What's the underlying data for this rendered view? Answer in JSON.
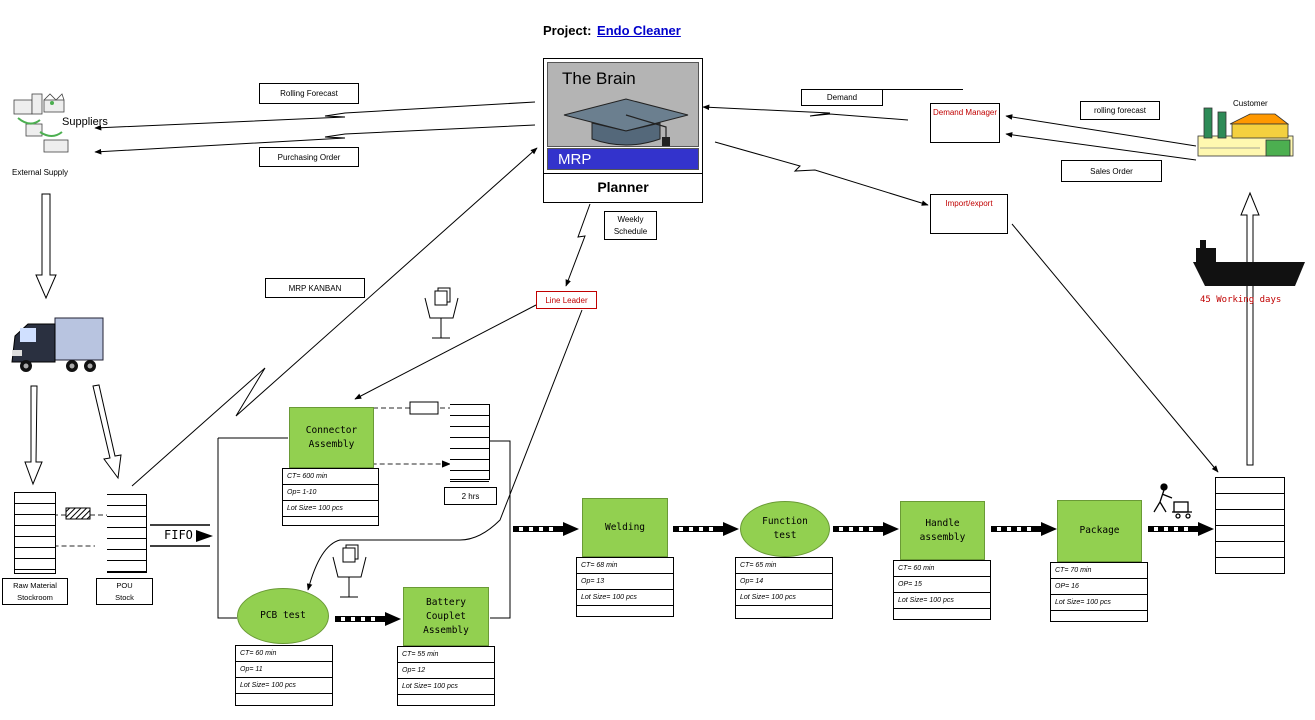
{
  "header": {
    "project_label": "Project:",
    "project_name": "Endo Cleaner"
  },
  "planner": {
    "brain_title": "The Brain",
    "mrp_label": "MRP",
    "planner_label": "Planner"
  },
  "suppliers": {
    "label": "Suppliers",
    "caption": "External Supply"
  },
  "customer": {
    "label": "Customer"
  },
  "info_boxes": {
    "rolling_forecast_left": "Rolling Forecast",
    "purchasing_order": "Purchasing Order",
    "demand": "Demand",
    "demand_manager": "Demand Manager",
    "rolling_forecast_right": "rolling forecast",
    "sales_order": "Sales Order",
    "import_export": "Import/export",
    "weekly_schedule": "Weekly\nSchedule",
    "mrp_kanban": "MRP KANBAN",
    "line_leader": "Line Leader",
    "two_hrs": "2 hrs",
    "working_days": "45 Working days"
  },
  "stock": {
    "raw_material": "Raw Material\nStockroom",
    "pou": "POU\nStock",
    "fifo": "FIFO"
  },
  "processes": {
    "connector": {
      "name": "Connector\nAssembly",
      "ct": "CT= 600 min",
      "op": "Op= 1-10",
      "lot": "Lot Size= 100 pcs"
    },
    "pcb": {
      "name": "PCB test",
      "ct": "CT= 60 min",
      "op": "Op= 11",
      "lot": "Lot Size= 100 pcs"
    },
    "battery": {
      "name": "Battery\nCouplet\nAssembly",
      "ct": "CT= 55 min",
      "op": "Op= 12",
      "lot": "Lot Size= 100 pcs"
    },
    "welding": {
      "name": "Welding",
      "ct": "CT= 68 min",
      "op": "Op= 13",
      "lot": "Lot Size= 100 pcs"
    },
    "function": {
      "name": "Function\ntest",
      "ct": "CT= 65 min",
      "op": "Op= 14",
      "lot": "Lot Size= 100 pcs"
    },
    "handle": {
      "name": "Handle\nassembly",
      "ct": "CT= 60 min",
      "op": "OP= 15",
      "lot": "Lot Size= 100 pcs"
    },
    "package": {
      "name": "Package",
      "ct": "CT= 70 min",
      "op": "OP= 16",
      "lot": "Lot Size= 100 pcs"
    }
  },
  "colors": {
    "process_fill": "#92d050",
    "mrp_bar": "#3333cc",
    "link_blue": "#0000cc",
    "alert_red": "#c00000"
  }
}
